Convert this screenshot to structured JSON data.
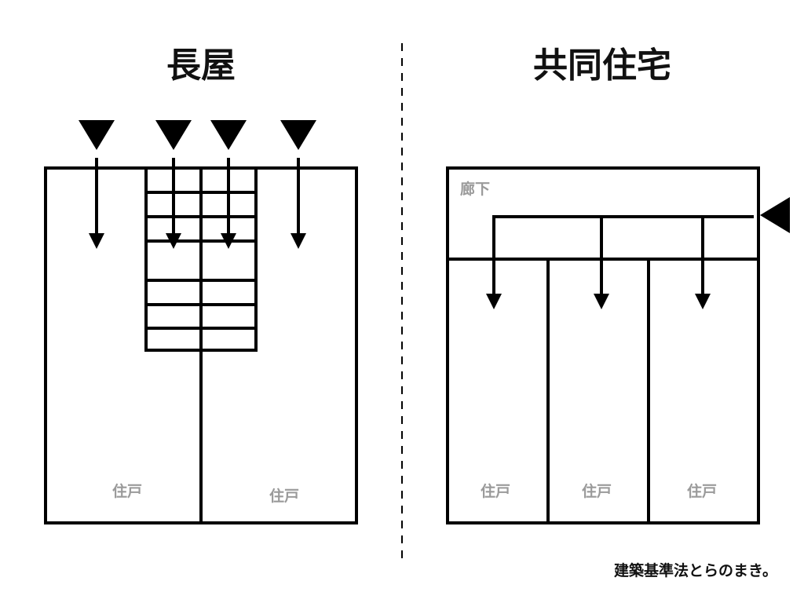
{
  "left_panel": {
    "title": "長屋",
    "unit_label_1": "住戸",
    "unit_label_2": "住戸"
  },
  "right_panel": {
    "title": "共同住宅",
    "corridor_label": "廊下",
    "unit_label_1": "住戸",
    "unit_label_2": "住戸",
    "unit_label_3": "住戸"
  },
  "credit": "建築基準法とらのまき。",
  "colors": {
    "line": "#000000",
    "label_gray": "#9a9a9a"
  }
}
